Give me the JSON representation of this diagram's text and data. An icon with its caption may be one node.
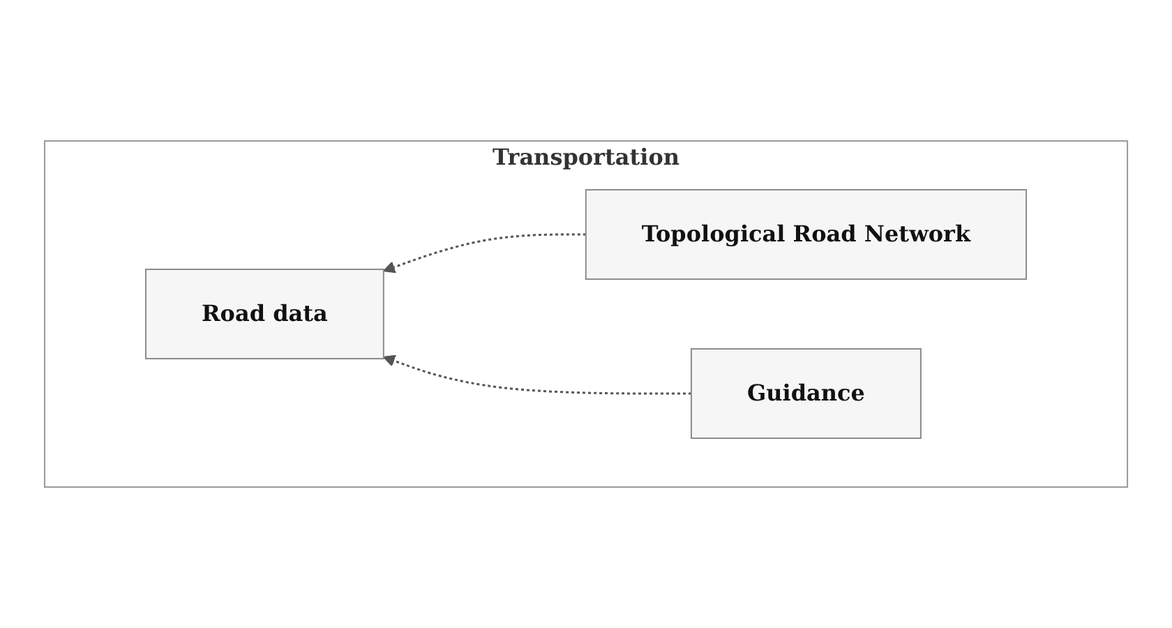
{
  "diagram": {
    "nodes": [
      {
        "text": [
          "Transportation"
        ]
      },
      {
        "text": [
          "Road data"
        ],
        "in": 0
      },
      {
        "text": [
          "Topological Road Network"
        ],
        "in": 0
      },
      {
        "text": [
          "Guidance"
        ],
        "in": 0
      }
    ],
    "edges": [
      {
        "from": 2,
        "to": 1,
        "arrow": "to",
        "style": "dashed"
      },
      {
        "from": 3,
        "to": 1,
        "arrow": "to",
        "style": "dashed"
      }
    ]
  }
}
